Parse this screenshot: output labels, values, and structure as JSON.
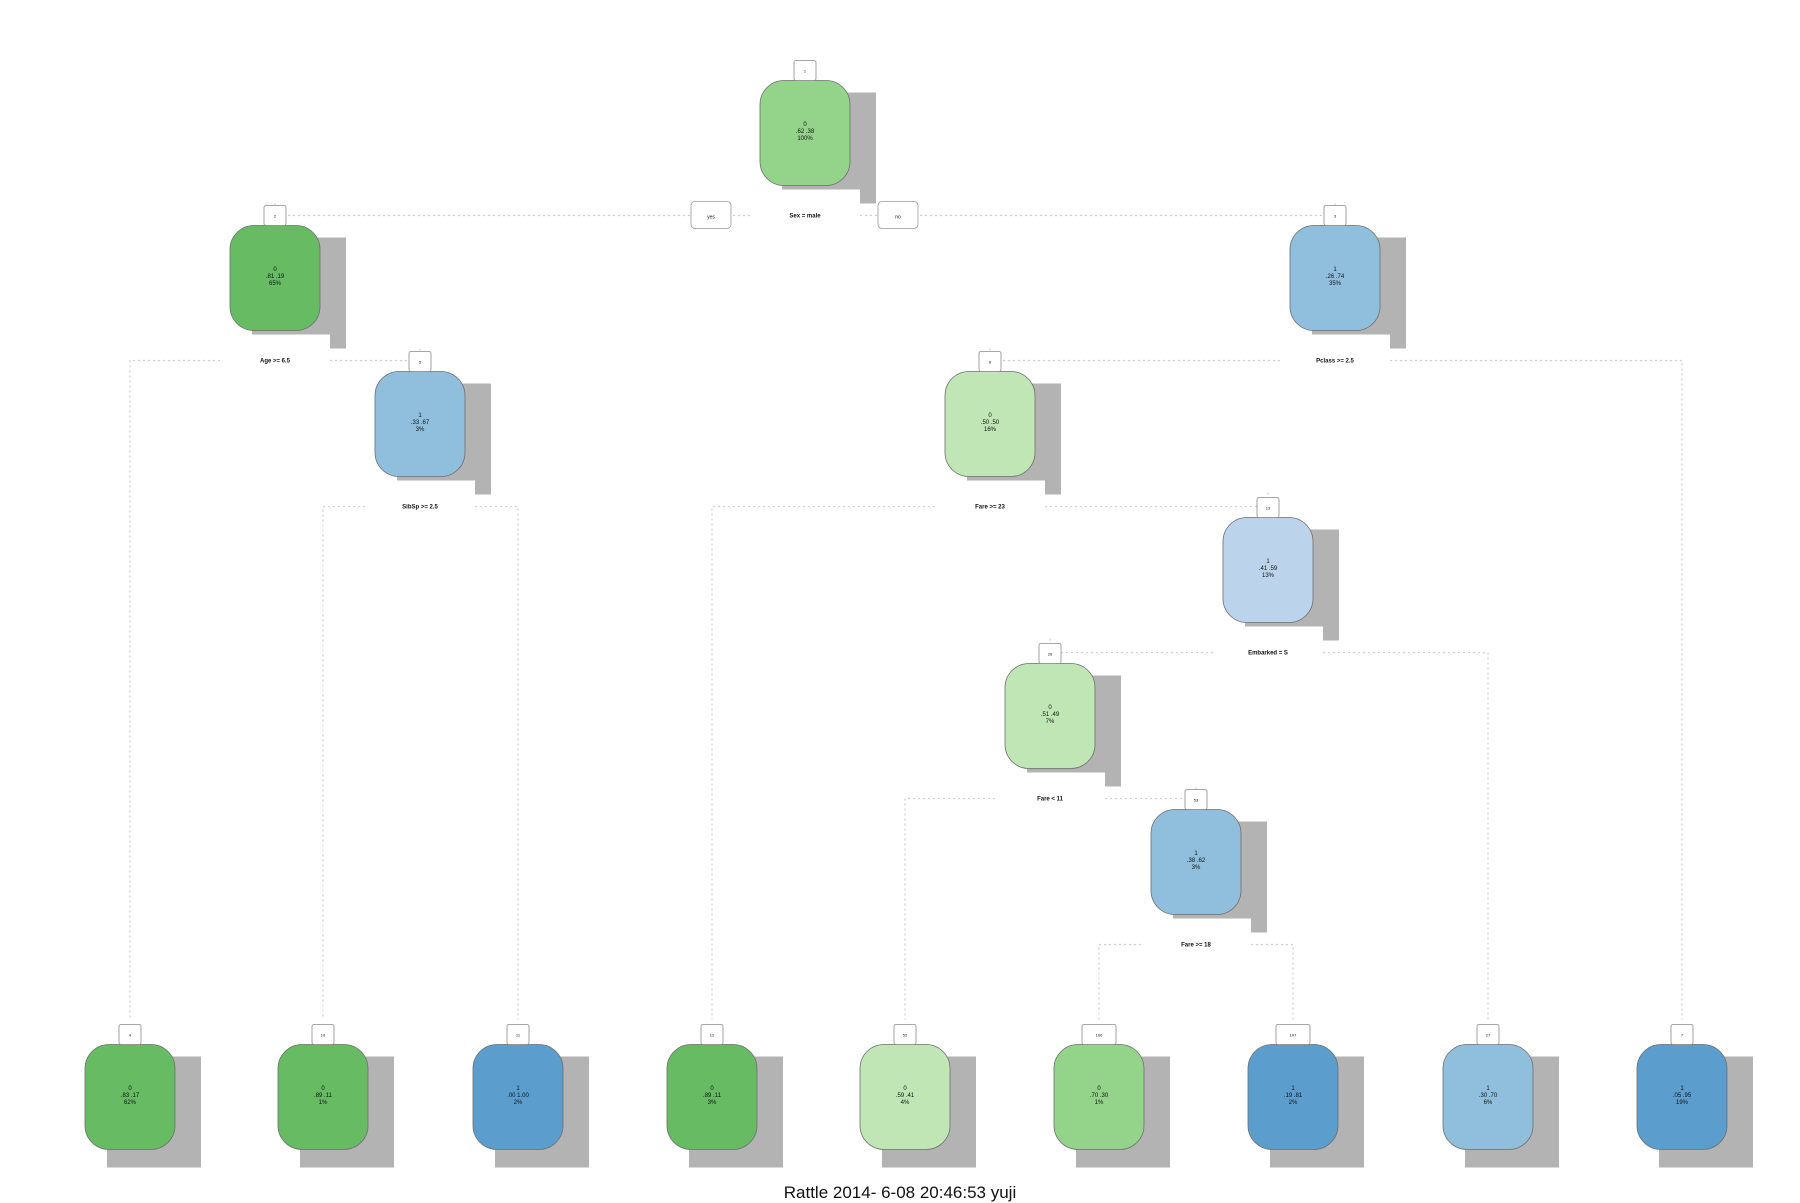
{
  "colors": {
    "green_dark": "#66BB63",
    "green_mid": "#93D38A",
    "green_light": "#BFE6B4",
    "blue_dark": "#5B9ECE",
    "blue_mid": "#90BEDD",
    "blue_light": "#BCD3EC",
    "shadow": "#B3B3B3",
    "edge": "#CFCFCF"
  },
  "branch_labels": {
    "yes": "yes",
    "no": "no"
  },
  "tree": {
    "nodes": [
      {
        "id": "1",
        "class": "0",
        "probs": ".62 .38",
        "pct": "100%",
        "color": "green_mid",
        "split": "Sex = male"
      },
      {
        "id": "2",
        "class": "0",
        "probs": ".81 .19",
        "pct": "65%",
        "color": "green_dark",
        "split": "Age >= 6.5"
      },
      {
        "id": "3",
        "class": "1",
        "probs": ".26 .74",
        "pct": "35%",
        "color": "blue_mid",
        "split": "Pclass >= 2.5"
      },
      {
        "id": "5",
        "class": "1",
        "probs": ".33 .67",
        "pct": "3%",
        "color": "blue_mid",
        "split": "SibSp >= 2.5"
      },
      {
        "id": "6",
        "class": "0",
        "probs": ".50 .50",
        "pct": "16%",
        "color": "green_light",
        "split": "Fare >= 23"
      },
      {
        "id": "13",
        "class": "1",
        "probs": ".41 .59",
        "pct": "13%",
        "color": "blue_light",
        "split": "Embarked = S"
      },
      {
        "id": "26",
        "class": "0",
        "probs": ".51 .49",
        "pct": "7%",
        "color": "green_light",
        "split": "Fare < 11"
      },
      {
        "id": "53",
        "class": "1",
        "probs": ".38 .62",
        "pct": "3%",
        "color": "blue_mid",
        "split": "Fare >= 18"
      },
      {
        "id": "4",
        "class": "0",
        "probs": ".83 .17",
        "pct": "62%",
        "color": "green_dark",
        "split": ""
      },
      {
        "id": "10",
        "class": "0",
        "probs": ".89 .11",
        "pct": "1%",
        "color": "green_dark",
        "split": ""
      },
      {
        "id": "11",
        "class": "1",
        "probs": ".00 1.00",
        "pct": "2%",
        "color": "blue_dark",
        "split": ""
      },
      {
        "id": "12",
        "class": "0",
        "probs": ".89 .11",
        "pct": "3%",
        "color": "green_dark",
        "split": ""
      },
      {
        "id": "52",
        "class": "0",
        "probs": ".59 .41",
        "pct": "4%",
        "color": "green_light",
        "split": ""
      },
      {
        "id": "106",
        "class": "0",
        "probs": ".70 .30",
        "pct": "1%",
        "color": "green_mid",
        "split": ""
      },
      {
        "id": "107",
        "class": "1",
        "probs": ".19 .81",
        "pct": "2%",
        "color": "blue_dark",
        "split": ""
      },
      {
        "id": "27",
        "class": "1",
        "probs": ".30 .70",
        "pct": "6%",
        "color": "blue_mid",
        "split": ""
      },
      {
        "id": "7",
        "class": "1",
        "probs": ".05 .95",
        "pct": "19%",
        "color": "blue_dark",
        "split": ""
      }
    ],
    "edges": [
      [
        "1",
        "2"
      ],
      [
        "1",
        "3"
      ],
      [
        "2",
        "4"
      ],
      [
        "2",
        "5"
      ],
      [
        "5",
        "10"
      ],
      [
        "5",
        "11"
      ],
      [
        "3",
        "6"
      ],
      [
        "3",
        "7"
      ],
      [
        "6",
        "12"
      ],
      [
        "6",
        "13"
      ],
      [
        "13",
        "26"
      ],
      [
        "13",
        "27"
      ],
      [
        "26",
        "52"
      ],
      [
        "26",
        "53"
      ],
      [
        "53",
        "106"
      ],
      [
        "53",
        "107"
      ]
    ]
  },
  "footer": "Rattle 2014- 6-08 20:46:53 yuji"
}
